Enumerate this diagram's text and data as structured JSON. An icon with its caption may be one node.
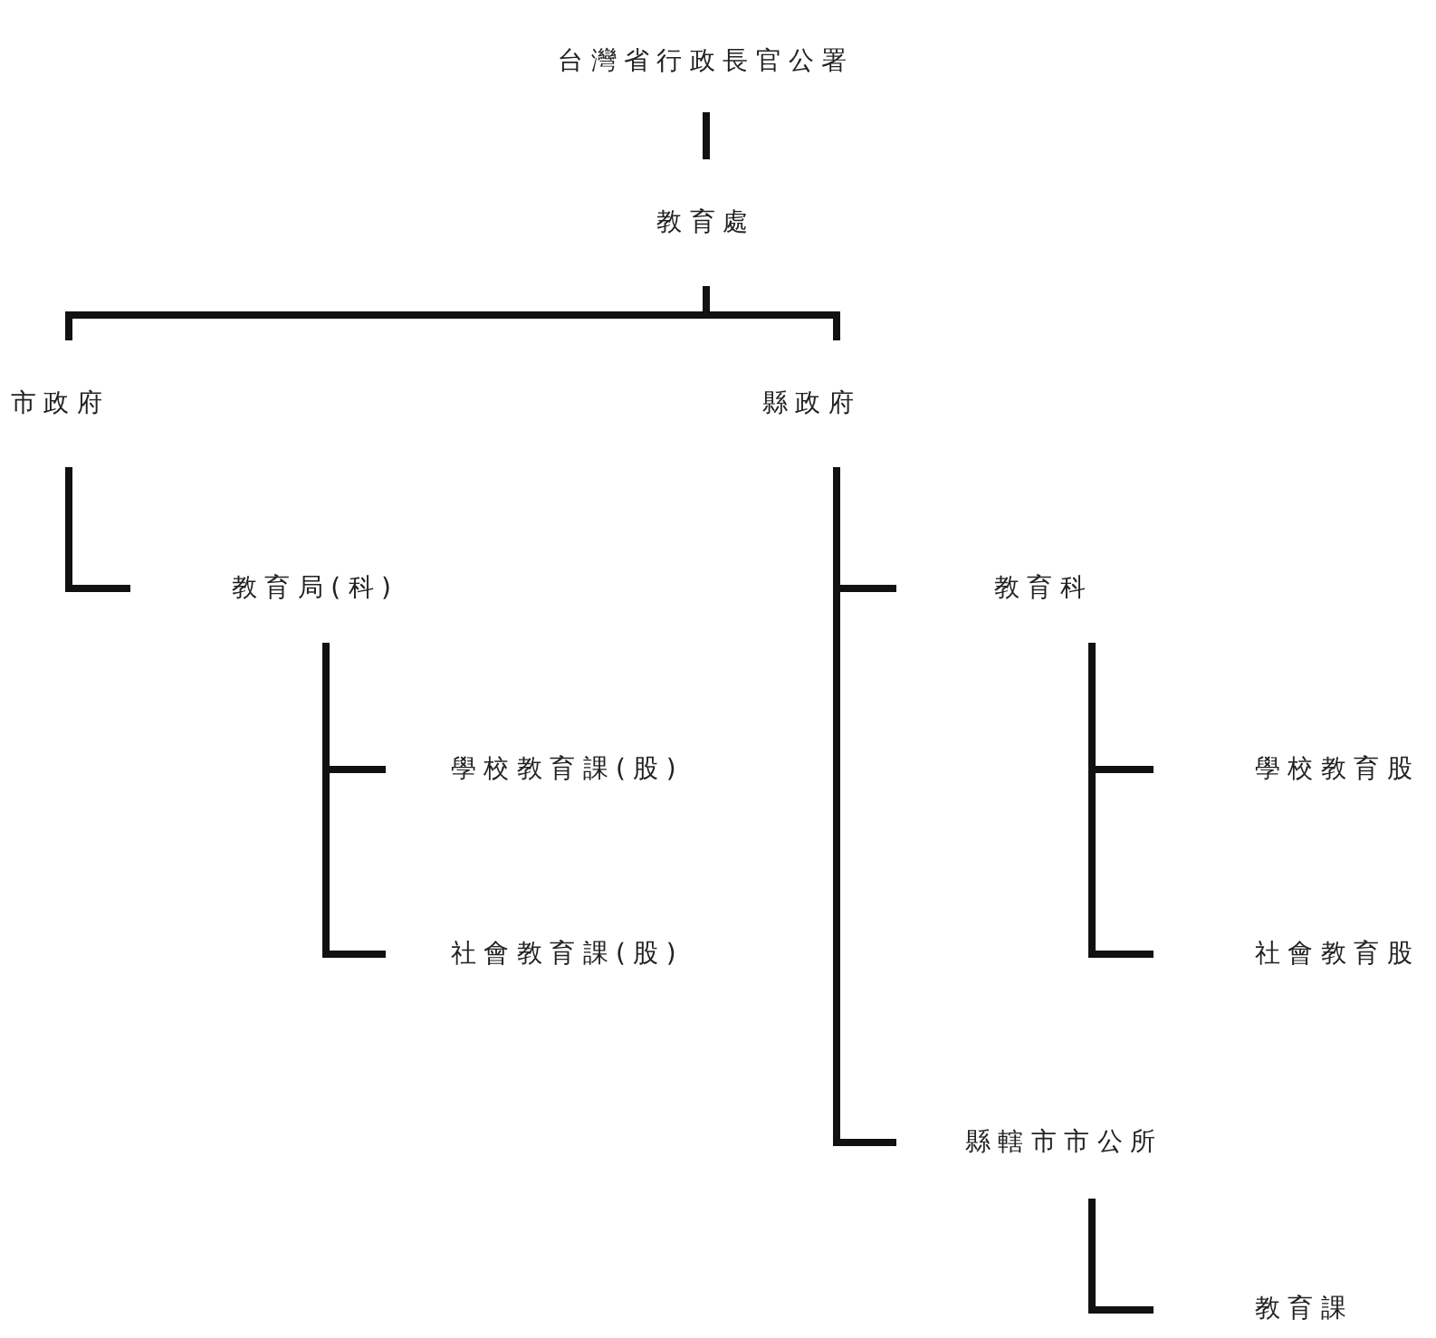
{
  "diagram": {
    "nodes": [
      {
        "text": [
          "台灣省行政長官公署"
        ]
      },
      {
        "text": [
          "教育處"
        ]
      },
      {
        "text": [
          "市政府"
        ]
      },
      {
        "text": [
          "縣政府"
        ]
      },
      {
        "text": [
          "教育局(科)"
        ]
      },
      {
        "text": [
          "學校教育課(股)"
        ]
      },
      {
        "text": [
          "社會教育課(股)"
        ]
      },
      {
        "text": [
          "教育科"
        ]
      },
      {
        "text": [
          "學校教育股"
        ]
      },
      {
        "text": [
          "社會教育股"
        ]
      },
      {
        "text": [
          "縣轄市市公所"
        ]
      },
      {
        "text": [
          "教育課"
        ]
      }
    ],
    "edges": [
      {
        "from": 0,
        "to": 1,
        "arrow": "none"
      },
      {
        "from": 1,
        "to": 2,
        "arrow": "none"
      },
      {
        "from": 1,
        "to": 3,
        "arrow": "none"
      },
      {
        "from": 2,
        "to": 4,
        "arrow": "none"
      },
      {
        "from": 4,
        "to": 5,
        "arrow": "none"
      },
      {
        "from": 4,
        "to": 6,
        "arrow": "none"
      },
      {
        "from": 3,
        "to": 7,
        "arrow": "none"
      },
      {
        "from": 3,
        "to": 10,
        "arrow": "none"
      },
      {
        "from": 7,
        "to": 8,
        "arrow": "none"
      },
      {
        "from": 7,
        "to": 9,
        "arrow": "none"
      },
      {
        "from": 10,
        "to": 11,
        "arrow": "none"
      }
    ]
  }
}
